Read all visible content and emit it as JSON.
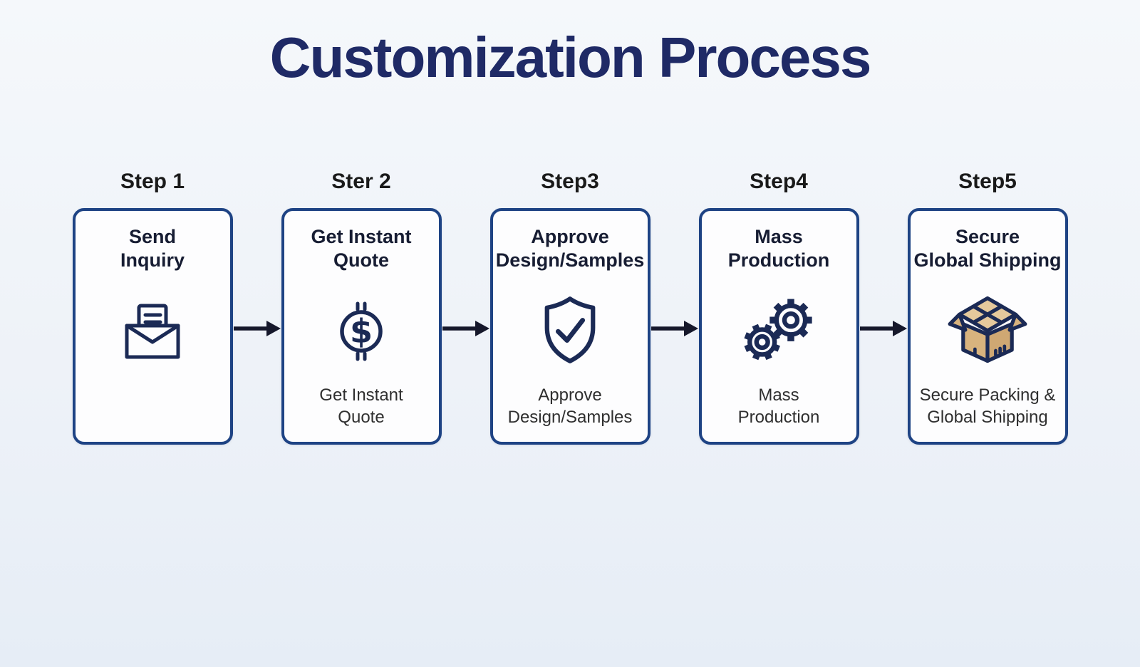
{
  "title": "Customization Process",
  "steps": [
    {
      "label": "Step 1",
      "title": "Send\nInquiry",
      "caption": "",
      "icon": "envelope-letter-icon"
    },
    {
      "label": "Ster 2",
      "title": "Get Instant\nQuote",
      "caption": "Get Instant\nQuote",
      "icon": "dollar-coin-icon"
    },
    {
      "label": "Step3",
      "title": "Approve\nDesign/Samples",
      "caption": "Approve\nDesign/Samples",
      "icon": "shield-check-icon"
    },
    {
      "label": "Step4",
      "title": "Mass\nProduction",
      "caption": "Mass\nProduction",
      "icon": "gears-icon"
    },
    {
      "label": "Step5",
      "title": "Secure\nGlobal Shipping",
      "caption": "Secure Packing &\nGlobal Shipping",
      "icon": "package-box-icon"
    }
  ],
  "colors": {
    "background": "#eef2f8",
    "title": "#1f2a66",
    "step_label": "#1a1a1a",
    "card_border": "#1e4384",
    "card_background": "#fdfdfe",
    "card_title": "#171d33",
    "caption": "#2f2f2f",
    "icon_stroke": "#1b2a55",
    "arrow": "#16182b",
    "box_fill_light": "#e5c99c",
    "box_fill_mid": "#d8b37e",
    "box_fill_dark": "#cfa873"
  }
}
